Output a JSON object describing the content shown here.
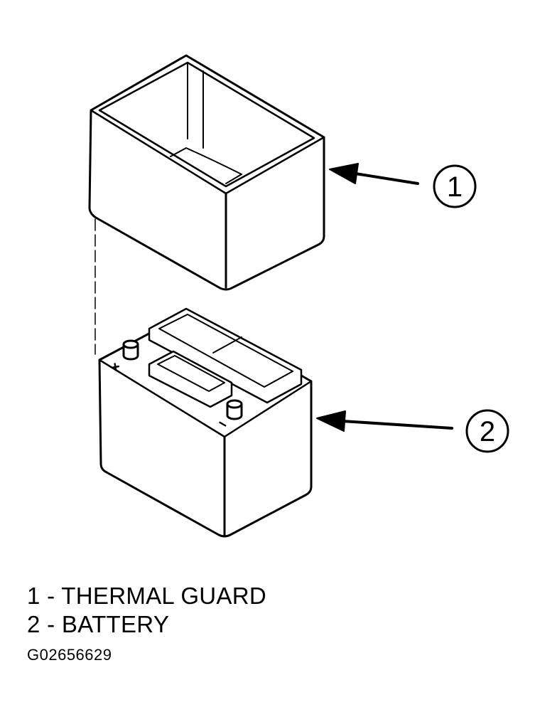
{
  "callouts": [
    {
      "number": "1"
    },
    {
      "number": "2"
    }
  ],
  "battery": {
    "positive_mark": "+",
    "negative_mark": "−"
  },
  "legend": {
    "items": [
      {
        "number": "1",
        "separator": " - ",
        "label": "THERMAL GUARD"
      },
      {
        "number": "2",
        "separator": " - ",
        "label": "BATTERY"
      }
    ]
  },
  "figure_id": "G02656629",
  "colors": {
    "line": "#000000",
    "background": "#ffffff"
  }
}
